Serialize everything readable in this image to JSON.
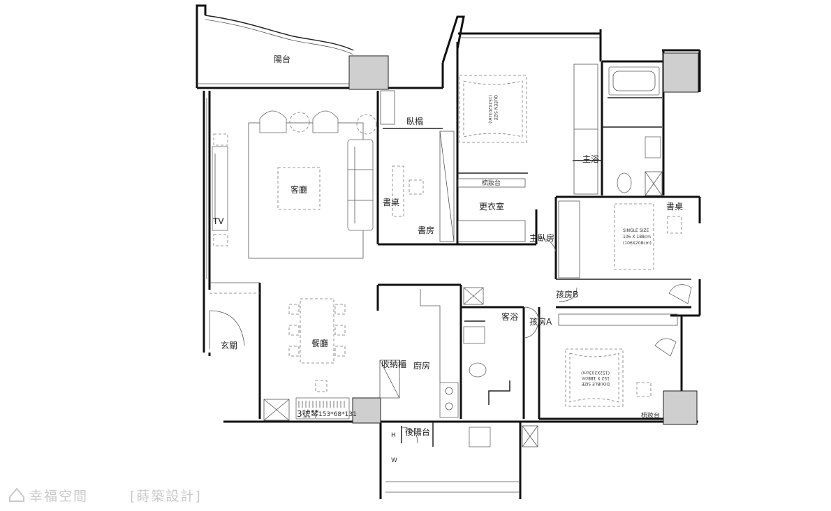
{
  "rooms": {
    "balcony": "陽台",
    "living_room": "客廳",
    "tv": "TV",
    "dining_room": "餐廳",
    "entrance": "玄關",
    "study": "書房",
    "study_desk": "書桌",
    "daybed": "臥榻",
    "dressing_table": "梳妝台",
    "walk_in_closet": "更衣室",
    "master_bath": "主浴",
    "master_bedroom": "主臥房",
    "kids_desk": "書桌",
    "kids_room_b": "孩房B",
    "kids_room_a": "孩房A",
    "guest_bath": "客浴",
    "kitchen": "廚房",
    "storage_cabinet": "收納櫃",
    "rear_balcony": "後陽台",
    "kids_dressing_table": "梳妝台"
  },
  "piano": {
    "label": "3號琴",
    "size": "153*68*131"
  },
  "beds": {
    "queen": {
      "line1": "QUEEN SIZE",
      "line2": "(152X203cm)"
    },
    "single": {
      "line1": "SINGLE SIZE",
      "line2": "106 X 188cm",
      "line3": "(106X208cm)"
    },
    "double": {
      "line1": "DOUBLE SIZE",
      "line2": "152 X 188cm",
      "line3": "(152X203cm)"
    }
  },
  "appliance_marks": {
    "water_heater": "H",
    "washer": "W"
  },
  "watermark": {
    "brand": "幸福空間",
    "designer": "[蒔築設計]"
  }
}
